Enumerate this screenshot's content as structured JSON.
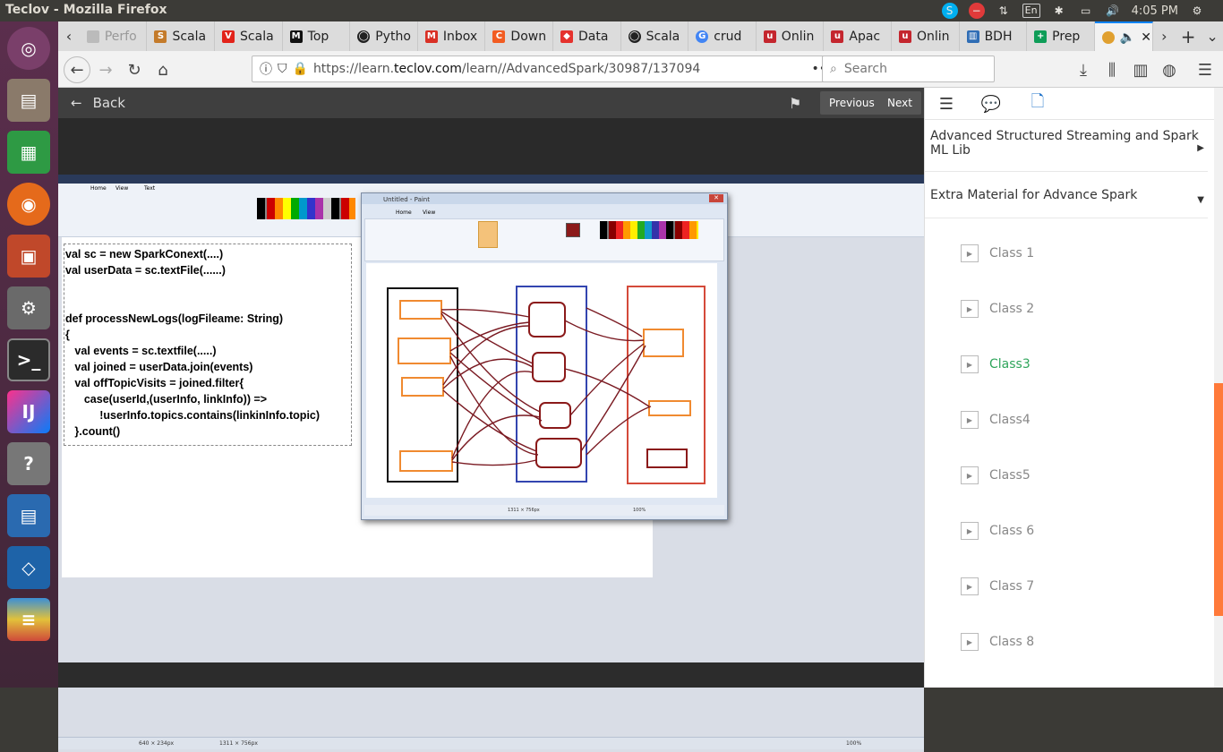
{
  "window_title": "Teclov - Mozilla Firefox",
  "tray": {
    "language": "En",
    "time": "4:05 PM"
  },
  "launcher": {
    "items": [
      "ubuntu-icon",
      "files-icon",
      "calc-icon",
      "firefox-icon",
      "impress-icon",
      "settings-icon",
      "terminal-icon",
      "intellij-icon",
      "help-icon",
      "writer-icon",
      "virtualbox-icon",
      "stack-icon"
    ]
  },
  "tabs": [
    {
      "label": "Perfo",
      "fav": "",
      "color": "#999"
    },
    {
      "label": "Scala",
      "fav": "",
      "color": "#c47b2b"
    },
    {
      "label": "Scala",
      "fav": "V",
      "color": "#e2231a"
    },
    {
      "label": "Top",
      "fav": "M",
      "color": "#111"
    },
    {
      "label": "Pytho",
      "fav": "",
      "color": "#222"
    },
    {
      "label": "Inbox",
      "fav": "M",
      "color": "#d93025"
    },
    {
      "label": "Down",
      "fav": "C",
      "color": "#f25c22"
    },
    {
      "label": "Data",
      "fav": "",
      "color": "#e5322d"
    },
    {
      "label": "Scala",
      "fav": "",
      "color": "#222"
    },
    {
      "label": "crud",
      "fav": "G",
      "color": "#4285f4"
    },
    {
      "label": "Onlin",
      "fav": "u",
      "color": "#c4262e"
    },
    {
      "label": "Apac",
      "fav": "u",
      "color": "#c4262e"
    },
    {
      "label": "Onlin",
      "fav": "u",
      "color": "#c4262e"
    },
    {
      "label": "BDH",
      "fav": "",
      "color": "#2f6db5"
    },
    {
      "label": "Prep",
      "fav": "+",
      "color": "#0f9d58"
    }
  ],
  "url": {
    "prefix": "https://learn.",
    "domain": "teclov.com",
    "path": "/learn//AdvancedSpark/30987/137094"
  },
  "search_placeholder": "Search",
  "course_bar": {
    "back_label": "Back",
    "previous_label": "Previous",
    "next_label": "Next"
  },
  "paint_back": {
    "tab_home": "Home",
    "tab_view": "View",
    "tab_text": "Text",
    "title": "Untitled - Paint",
    "status_left": "640 × 234px",
    "status_mid": "1311 × 756px",
    "zoom": "100%"
  },
  "code_lines": [
    "val sc = new SparkConext(....)",
    "val userData = sc.textFile(......)",
    "",
    "",
    "def processNewLogs(logFileame: String)",
    "{",
    "   val events = sc.textfile(.....)",
    "   val joined = userData.join(events)",
    "   val offTopicVisits = joined.filter{",
    "      case(userId,(userInfo, linkInfo)) =>",
    "           !userInfo.topics.contains(linkinInfo.topic)",
    "   }.count()"
  ],
  "paint_front": {
    "title": "Untitled - Paint",
    "tab_home": "Home",
    "tab_view": "View",
    "status_size": "1311 × 756px",
    "zoom": "100%"
  },
  "sidebar": {
    "section1": "Advanced Structured Streaming and Spark ML Lib",
    "section2": "Extra Material for Advance Spark",
    "lessons": [
      "Class 1",
      "Class 2",
      "Class3",
      "Class4",
      "Class5",
      "Class 6",
      "Class 7",
      "Class 8"
    ],
    "active_lesson_index": 2
  },
  "colors": {
    "accent_green": "#2fa55b",
    "link_blue": "#1e72c9",
    "scroll_orange": "#ff7a3a"
  }
}
